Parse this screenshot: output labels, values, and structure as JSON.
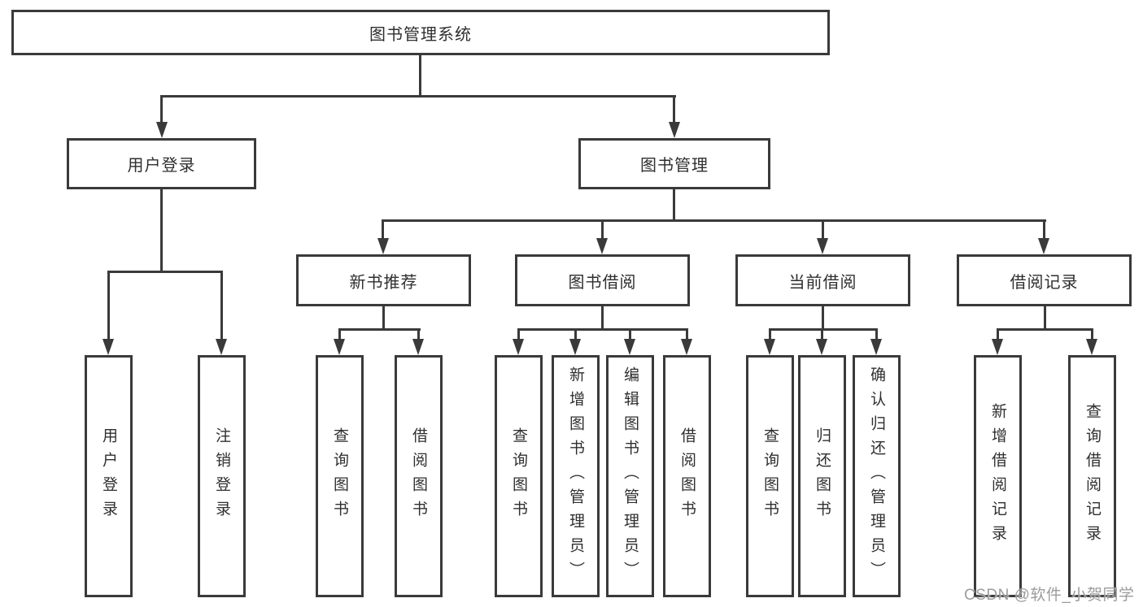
{
  "nodes": {
    "root": "图书管理系统",
    "userLogin": "用户登录",
    "bookMgmt": "图书管理",
    "newBookRec": "新书推荐",
    "bookBorrow": "图书借阅",
    "currentBorrow": "当前借阅",
    "borrowRecords": "借阅记录"
  },
  "leaves": {
    "userLogin": [
      "用户登录",
      "注销登录"
    ],
    "newBookRec": [
      "查询图书",
      "借阅图书"
    ],
    "bookBorrow": [
      "查询图书",
      "新增图书（管理员）",
      "编辑图书（管理员）",
      "借阅图书"
    ],
    "currentBorrow": [
      "查询图书",
      "归还图书",
      "确认归还（管理员）"
    ],
    "borrowRecords": [
      "新增借阅记录",
      "查询借阅记录"
    ]
  },
  "watermark": {
    "text": "CSDN @软件_小贺同学"
  },
  "colors": {
    "line": "#3a3a3a",
    "text": "#2f2f2f",
    "background": "#ffffff",
    "watermark": "#9c9c9c"
  }
}
